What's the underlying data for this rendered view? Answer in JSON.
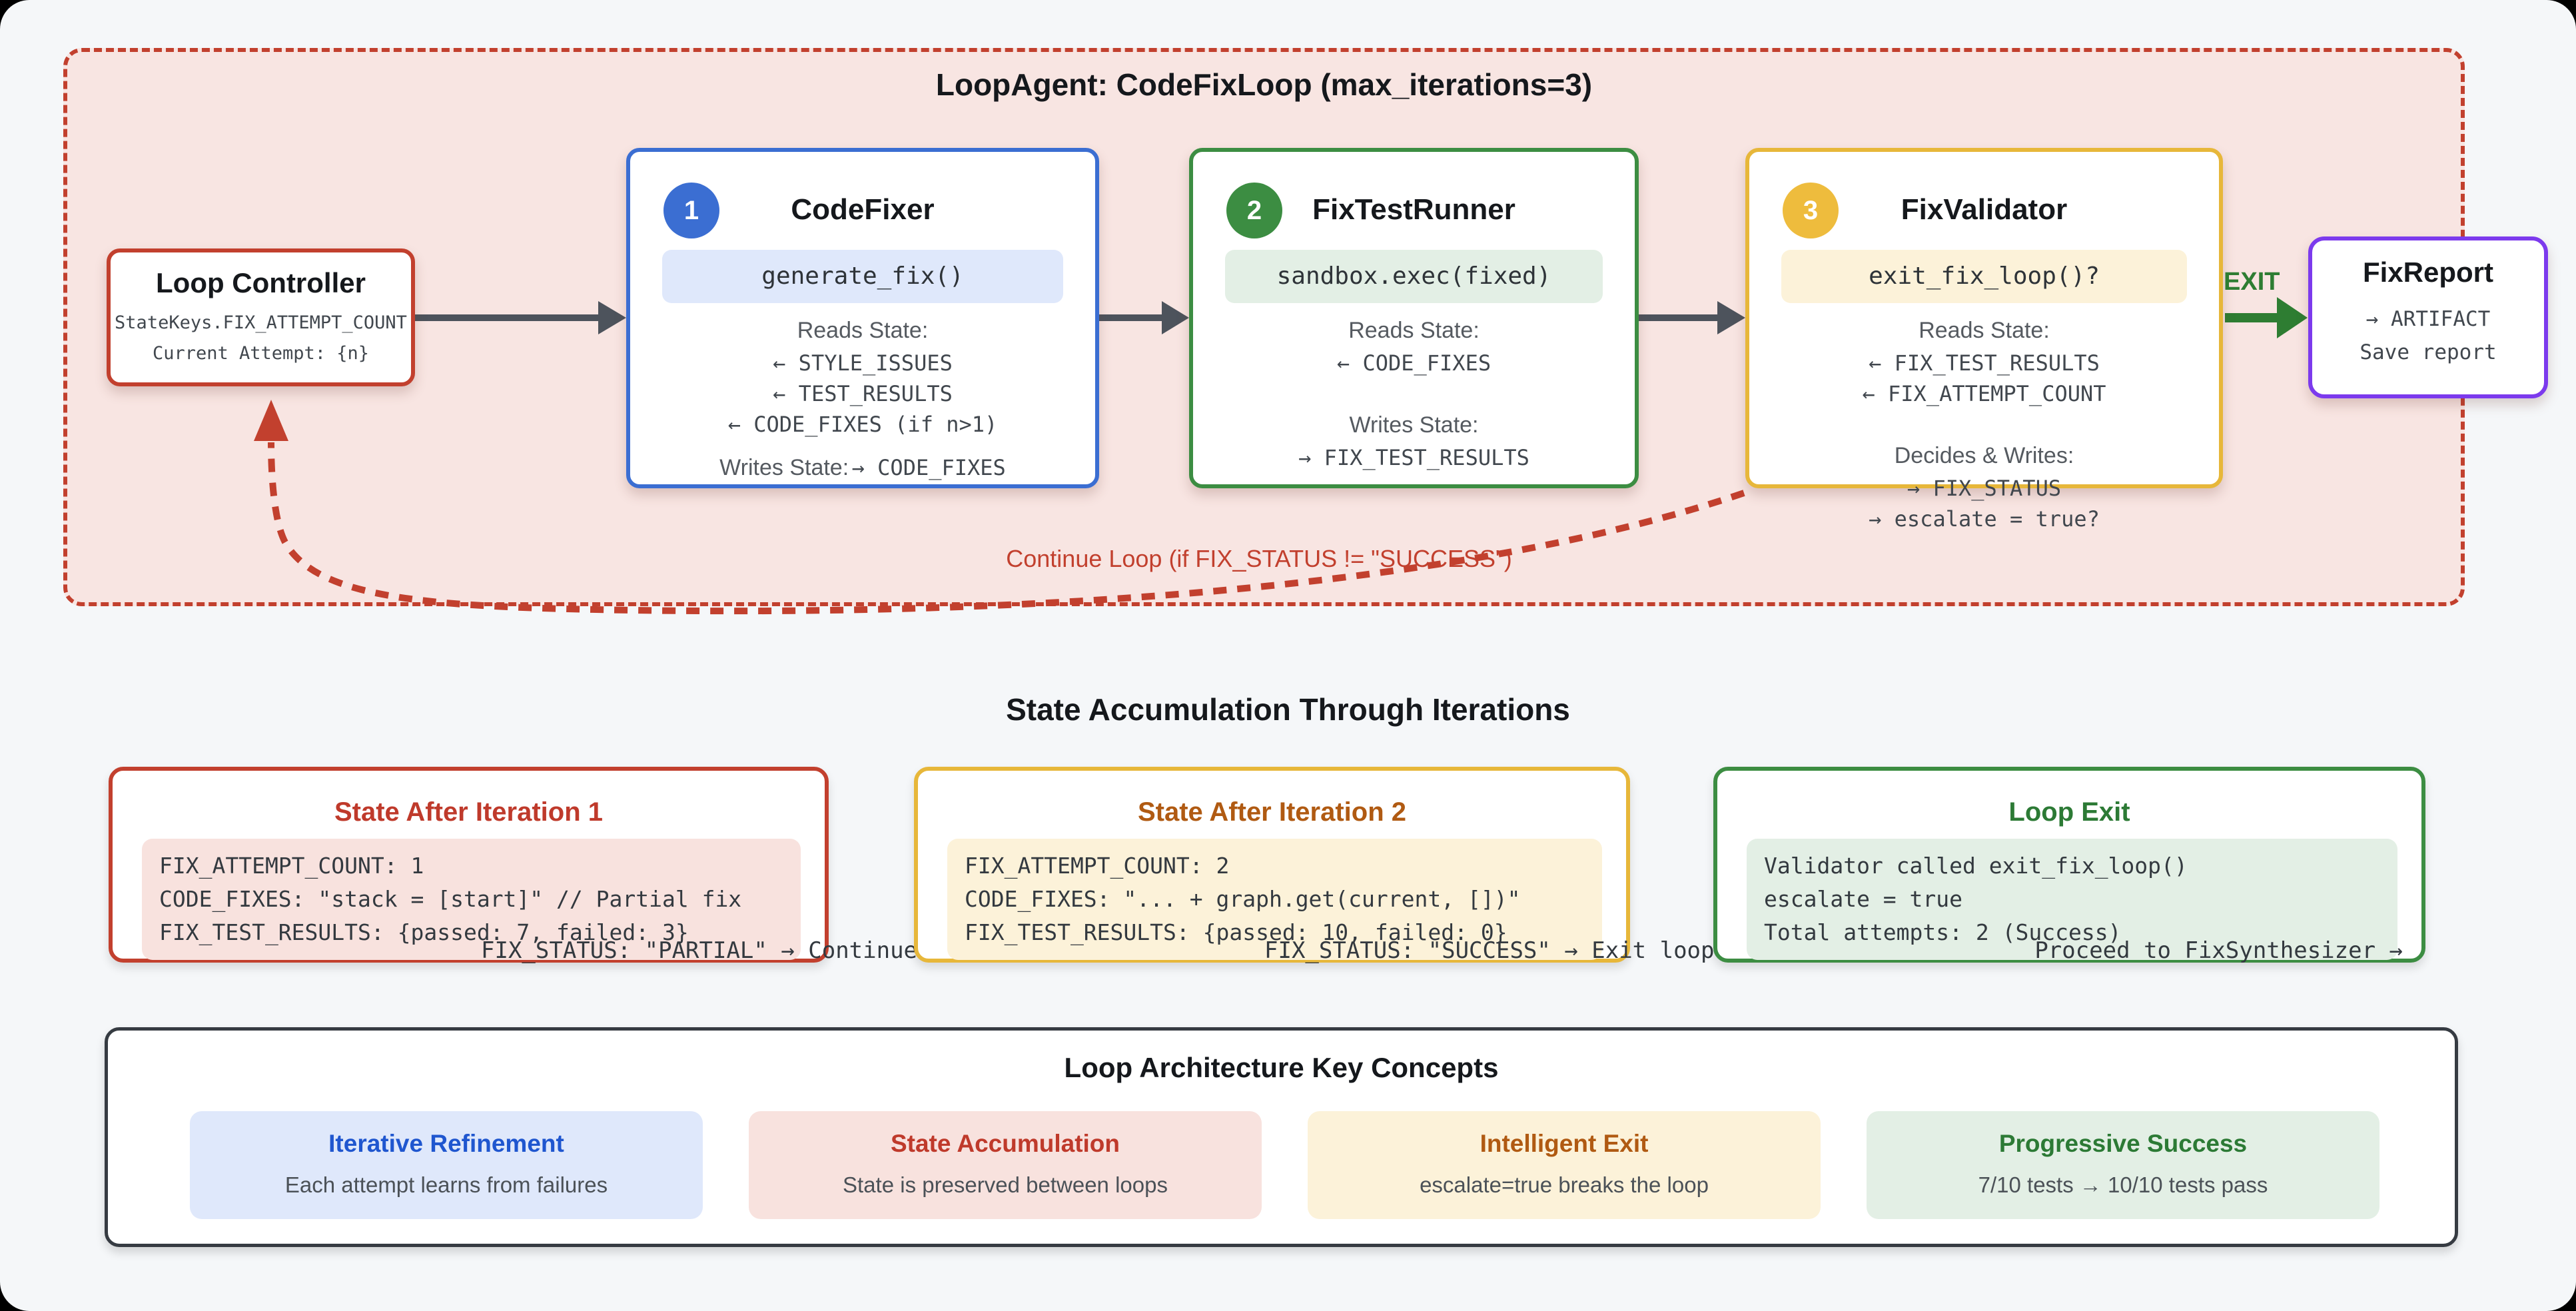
{
  "loop_container": {
    "title": "LoopAgent: CodeFixLoop (max_iterations=3)",
    "continue_label": "Continue Loop (if FIX_STATUS != \"SUCCESS\")",
    "exit_label": "EXIT"
  },
  "nodes": {
    "loop_controller": {
      "title": "Loop Controller",
      "line1": "StateKeys.FIX_ATTEMPT_COUNT",
      "line2": "Current Attempt: {n}"
    },
    "code_fixer": {
      "badge": "1",
      "title": "CodeFixer",
      "chip": "generate_fix()",
      "reads_label": "Reads State:",
      "reads": [
        "← STYLE_ISSUES",
        "← TEST_RESULTS",
        "← CODE_FIXES (if n>1)"
      ],
      "writes_label": "Writes State:",
      "writes_inline": "→ CODE_FIXES"
    },
    "fix_test_runner": {
      "badge": "2",
      "title": "FixTestRunner",
      "chip": "sandbox.exec(fixed)",
      "reads_label": "Reads State:",
      "reads": [
        "← CODE_FIXES"
      ],
      "writes_label": "Writes State:",
      "writes": [
        "→ FIX_TEST_RESULTS"
      ]
    },
    "fix_validator": {
      "badge": "3",
      "title": "FixValidator",
      "chip": "exit_fix_loop()?",
      "reads_label": "Reads State:",
      "reads": [
        "← FIX_TEST_RESULTS",
        "← FIX_ATTEMPT_COUNT"
      ],
      "writes_label": "Decides & Writes:",
      "writes": [
        "→ FIX_STATUS",
        "→ escalate = true?"
      ]
    },
    "fix_report": {
      "title": "FixReport",
      "line1": "→ ARTIFACT",
      "line2": "Save report"
    }
  },
  "state_section": {
    "title": "State Accumulation Through Iterations",
    "cards": [
      {
        "title": "State After Iteration 1",
        "code": [
          "FIX_ATTEMPT_COUNT: 1",
          "CODE_FIXES: \"stack = [start]\" // Partial fix",
          "FIX_TEST_RESULTS: {passed: 7, failed: 3}"
        ],
        "status": "FIX_STATUS: \"PARTIAL\" → Continue loop"
      },
      {
        "title": "State After Iteration 2",
        "code": [
          "FIX_ATTEMPT_COUNT: 2",
          "CODE_FIXES: \"... + graph.get(current, [])\"",
          "FIX_TEST_RESULTS: {passed: 10, failed: 0}"
        ],
        "status": "FIX_STATUS: \"SUCCESS\" → Exit loop"
      },
      {
        "title": "Loop Exit",
        "code": [
          "Validator called exit_fix_loop()",
          "escalate = true",
          "Total attempts: 2 (Success)"
        ],
        "status": "Proceed to FixSynthesizer →"
      }
    ]
  },
  "concepts": {
    "title": "Loop Architecture Key Concepts",
    "cards": [
      {
        "title": "Iterative Refinement",
        "desc": "Each attempt learns from failures"
      },
      {
        "title": "State Accumulation",
        "desc": "State is preserved between loops"
      },
      {
        "title": "Intelligent Exit",
        "desc": "escalate=true breaks the loop"
      },
      {
        "title": "Progressive Success",
        "desc": "7/10 tests → 10/10 tests pass"
      }
    ]
  },
  "colors": {
    "loop_border": "#c2402e",
    "loop_fill": "#f8e5e2",
    "blue": "#3b6ed2",
    "green": "#3c8d42",
    "amber": "#e7b73a",
    "purple": "#7c3aed",
    "exit_green": "#2e7d32",
    "arrow_gray": "#4d535c"
  }
}
